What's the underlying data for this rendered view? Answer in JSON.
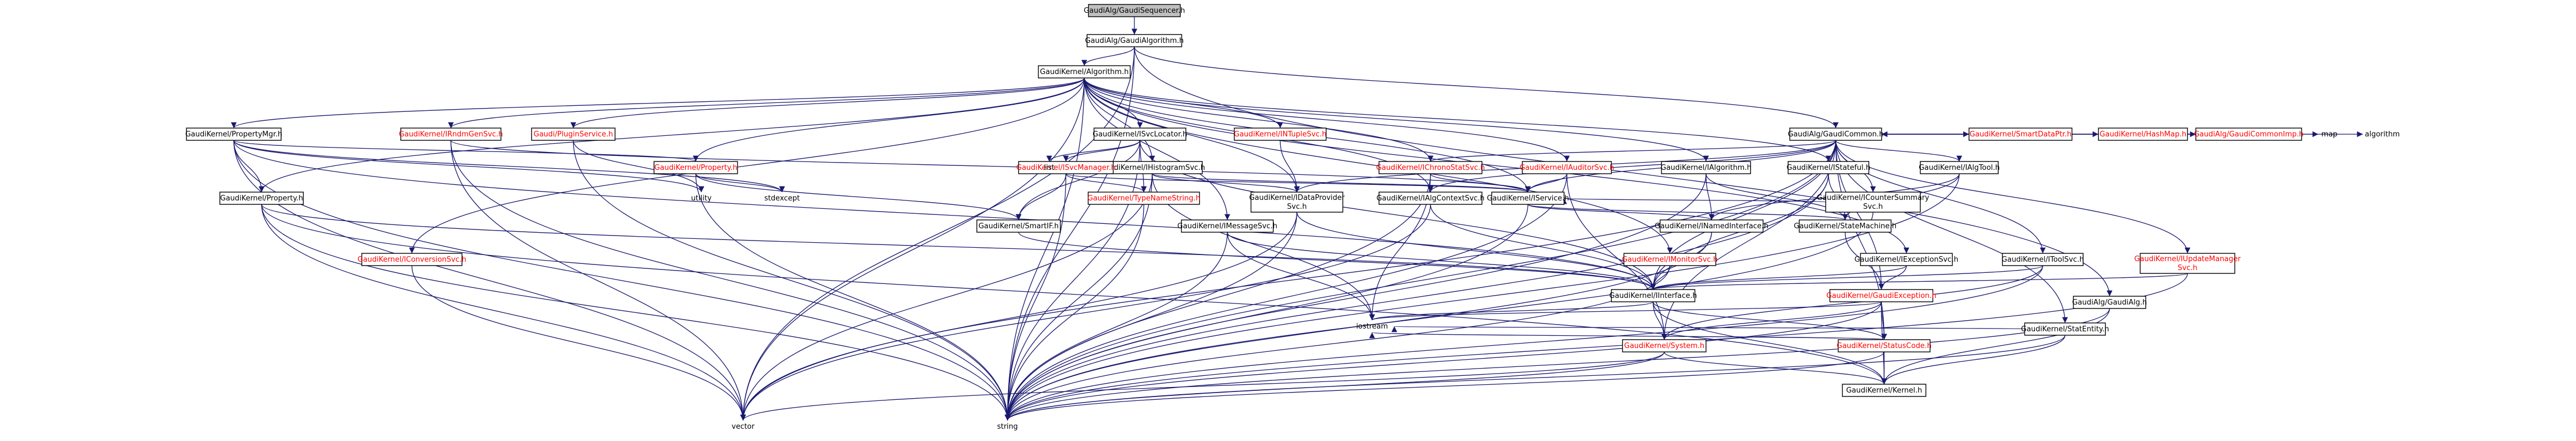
{
  "nodes": [
    {
      "id": "root",
      "label": "GaudiAlg/GaudiSequencer.h",
      "kind": "root"
    },
    {
      "id": "gaudialgorithm",
      "label": "GaudiAlg/GaudiAlgorithm.h",
      "kind": "normal"
    },
    {
      "id": "algorithm",
      "label": "GaudiKernel/Algorithm.h",
      "kind": "normal"
    },
    {
      "id": "gaudicommon",
      "label": "GaudiAlg/GaudiCommon.h",
      "kind": "normal"
    },
    {
      "id": "gaudialg",
      "label": "GaudiAlg/GaudiAlg.h",
      "kind": "normal"
    },
    {
      "id": "isvclocator",
      "label": "GaudiKernel/ISvcLocator.h",
      "kind": "normal"
    },
    {
      "id": "intuplesvc",
      "label": "GaudiKernel/INTupleSvc.h",
      "kind": "red"
    },
    {
      "id": "propertymgr",
      "label": "GaudiKernel/PropertyMgr.h",
      "kind": "normal"
    },
    {
      "id": "irndmgensvc",
      "label": "GaudiKernel/IRndmGenSvc.h",
      "kind": "red"
    },
    {
      "id": "pluginservice",
      "label": "Gaudi/PluginService.h",
      "kind": "red"
    },
    {
      "id": "gk_property_red",
      "label": "GaudiKernel/Property.h",
      "kind": "red"
    },
    {
      "id": "ihistogramsvc",
      "label": "GaudiKernel/IHistogramSvc.h",
      "kind": "normal"
    },
    {
      "id": "ichronostatsvc",
      "label": "GaudiKernel/IChronoStatSvc.h",
      "kind": "red"
    },
    {
      "id": "iauditorsvc",
      "label": "GaudiKernel/IAuditorSvc.h",
      "kind": "red"
    },
    {
      "id": "ialgorithm",
      "label": "GaudiKernel/IAlgorithm.h",
      "kind": "normal"
    },
    {
      "id": "istateful",
      "label": "GaudiKernel/IStateful.h",
      "kind": "normal"
    },
    {
      "id": "isvcmanager",
      "label": "GaudiKernel/ISvcManager.h",
      "kind": "red"
    },
    {
      "id": "typenamestring",
      "label": "GaudiKernel/TypeNameString.h",
      "kind": "red"
    },
    {
      "id": "dataprovidersvc",
      "label": "GaudiKernel/IDataProviderSvc.h",
      "kind": "normal"
    },
    {
      "id": "ialgcontextsvc",
      "label": "GaudiKernel/IAlgContextSvc.h",
      "kind": "normal"
    },
    {
      "id": "iservice",
      "label": "GaudiKernel/IService.h",
      "kind": "normal"
    },
    {
      "id": "countersummarysvc",
      "label": "GaudiKernel/ICounterSummarySvc.h",
      "kind": "normal"
    },
    {
      "id": "ialgtool",
      "label": "GaudiKernel/IAlgTool.h",
      "kind": "normal"
    },
    {
      "id": "smartdataptr",
      "label": "GaudiKernel/SmartDataPtr.h",
      "kind": "red"
    },
    {
      "id": "hashmap",
      "label": "GaudiKernel/HashMap.h",
      "kind": "red"
    },
    {
      "id": "gaudicommonimp",
      "label": "GaudiAlg/GaudiCommonImp.h",
      "kind": "red"
    },
    {
      "id": "map",
      "label": "map",
      "kind": "plain"
    },
    {
      "id": "algorithm_std",
      "label": "algorithm",
      "kind": "plain"
    },
    {
      "id": "gk_property",
      "label": "GaudiKernel/Property.h",
      "kind": "normal"
    },
    {
      "id": "utility",
      "label": "utility",
      "kind": "plain"
    },
    {
      "id": "stdexcept",
      "label": "stdexcept",
      "kind": "plain"
    },
    {
      "id": "ismartif",
      "label": "GaudiKernel/SmartIF.h",
      "kind": "normal"
    },
    {
      "id": "imessagesvc",
      "label": "GaudiKernel/IMessageSvc.h",
      "kind": "normal"
    },
    {
      "id": "inamedinterface",
      "label": "GaudiKernel/INamedInterface.h",
      "kind": "normal"
    },
    {
      "id": "statemachine",
      "label": "GaudiKernel/StateMachine.h",
      "kind": "normal"
    },
    {
      "id": "imonitorsvc",
      "label": "GaudiKernel/IMonitorSvc.h",
      "kind": "red"
    },
    {
      "id": "iexceptionsvc",
      "label": "GaudiKernel/IExceptionSvc.h",
      "kind": "normal"
    },
    {
      "id": "itoolsvc",
      "label": "GaudiKernel/IToolSvc.h",
      "kind": "normal"
    },
    {
      "id": "iupdatemanager",
      "label": "GaudiKernel/IUpdateManagerSvc.h",
      "kind": "red"
    },
    {
      "id": "iconversionsvc",
      "label": "GaudiKernel/IConversionSvc.h",
      "kind": "red"
    },
    {
      "id": "iinterface",
      "label": "GaudiKernel/IInterface.h",
      "kind": "normal"
    },
    {
      "id": "gaudiexception",
      "label": "GaudiKernel/GaudiException.h",
      "kind": "red"
    },
    {
      "id": "statentity",
      "label": "GaudiKernel/StatEntity.h",
      "kind": "normal"
    },
    {
      "id": "iostream",
      "label": "iostream",
      "kind": "plain"
    },
    {
      "id": "system",
      "label": "GaudiKernel/System.h",
      "kind": "red"
    },
    {
      "id": "statuscode",
      "label": "GaudiKernel/StatusCode.h",
      "kind": "red"
    },
    {
      "id": "kernel",
      "label": "GaudiKernel/Kernel.h",
      "kind": "normal"
    },
    {
      "id": "vector",
      "label": "vector",
      "kind": "plain"
    },
    {
      "id": "string",
      "label": "string",
      "kind": "plain"
    },
    {
      "id": "list",
      "label": "list",
      "kind": "plain"
    }
  ],
  "edges": [
    [
      "root",
      "gaudialgorithm"
    ],
    [
      "gaudialgorithm",
      "algorithm"
    ],
    [
      "gaudialgorithm",
      "gaudicommon"
    ],
    [
      "gaudialgorithm",
      "gaudialg"
    ],
    [
      "gaudialgorithm",
      "vector"
    ],
    [
      "gaudialgorithm",
      "string"
    ],
    [
      "algorithm",
      "isvclocator"
    ],
    [
      "algorithm",
      "intuplesvc"
    ],
    [
      "algorithm",
      "propertymgr"
    ],
    [
      "algorithm",
      "irndmgensvc"
    ],
    [
      "algorithm",
      "pluginservice"
    ],
    [
      "algorithm",
      "gk_property_red"
    ],
    [
      "algorithm",
      "ihistogramsvc"
    ],
    [
      "algorithm",
      "ichronostatsvc"
    ],
    [
      "algorithm",
      "iauditorsvc"
    ],
    [
      "algorithm",
      "ialgorithm"
    ],
    [
      "algorithm",
      "istateful"
    ],
    [
      "algorithm",
      "dataprovidersvc"
    ],
    [
      "algorithm",
      "iservice"
    ],
    [
      "algorithm",
      "imessagesvc"
    ],
    [
      "algorithm",
      "iexceptionsvc"
    ],
    [
      "algorithm",
      "iconversionsvc"
    ],
    [
      "algorithm",
      "string"
    ],
    [
      "algorithm",
      "vector"
    ],
    [
      "algorithm",
      "imonitorsvc"
    ],
    [
      "algorithm",
      "gk_property"
    ],
    [
      "algorithm",
      "ialgcontextsvc"
    ],
    [
      "gaudicommon",
      "countersummarysvc"
    ],
    [
      "gaudicommon",
      "ialgtool"
    ],
    [
      "gaudicommon",
      "smartdataptr"
    ],
    [
      "gaudicommon",
      "hashmap"
    ],
    [
      "gaudicommon",
      "gaudicommonimp"
    ],
    [
      "gaudicommon",
      "map"
    ],
    [
      "gaudicommon",
      "algorithm_std"
    ],
    [
      "gaudicommon",
      "ichronostatsvc"
    ],
    [
      "gaudicommon",
      "ialgcontextsvc"
    ],
    [
      "gaudicommon",
      "iupdatemanager"
    ],
    [
      "gaudicommon",
      "statentity"
    ],
    [
      "gaudicommon",
      "itoolsvc"
    ],
    [
      "gaudicommon",
      "iinterface"
    ],
    [
      "gaudicommon",
      "dataprovidersvc"
    ],
    [
      "gaudicommon",
      "gaudiexception"
    ],
    [
      "gaudicommon",
      "system"
    ],
    [
      "gaudicommon",
      "statuscode"
    ],
    [
      "gaudicommon",
      "string"
    ],
    [
      "gaudicommon",
      "vector"
    ],
    [
      "gaudicommon",
      "iservice"
    ],
    [
      "gaudicommonimp",
      "gaudicommon"
    ],
    [
      "gaudialg",
      "kernel"
    ],
    [
      "gaudialg",
      "string"
    ],
    [
      "isvclocator",
      "list"
    ],
    [
      "isvclocator",
      "isvcmanager"
    ],
    [
      "isvclocator",
      "typenamestring"
    ],
    [
      "isvclocator",
      "ismartif"
    ],
    [
      "isvclocator",
      "iinterface"
    ],
    [
      "isvclocator",
      "string"
    ],
    [
      "isvcmanager",
      "typenamestring"
    ],
    [
      "isvcmanager",
      "ismartif"
    ],
    [
      "isvcmanager",
      "iservice"
    ],
    [
      "isvcmanager",
      "string"
    ],
    [
      "typenamestring",
      "string"
    ],
    [
      "intuplesvc",
      "dataprovidersvc"
    ],
    [
      "propertymgr",
      "gk_property"
    ],
    [
      "propertymgr",
      "gk_property_red"
    ],
    [
      "propertymgr",
      "utility"
    ],
    [
      "propertymgr",
      "stdexcept"
    ],
    [
      "propertymgr",
      "vector"
    ],
    [
      "propertymgr",
      "string"
    ],
    [
      "propertymgr",
      "iinterface"
    ],
    [
      "irndmgensvc",
      "iservice"
    ],
    [
      "irndmgensvc",
      "string"
    ],
    [
      "irndmgensvc",
      "vector"
    ],
    [
      "pluginservice",
      "utility"
    ],
    [
      "pluginservice",
      "string"
    ],
    [
      "gk_property_red",
      "stdexcept"
    ],
    [
      "gk_property_red",
      "string"
    ],
    [
      "gk_property_red",
      "ismartif"
    ],
    [
      "gk_property",
      "iinterface"
    ],
    [
      "gk_property",
      "string"
    ],
    [
      "gk_property",
      "vector"
    ],
    [
      "gk_property",
      "kernel"
    ],
    [
      "ihistogramsvc",
      "dataprovidersvc"
    ],
    [
      "ihistogramsvc",
      "iservice"
    ],
    [
      "ihistogramsvc",
      "string"
    ],
    [
      "ihistogramsvc",
      "iostream"
    ],
    [
      "ihistogramsvc",
      "vector"
    ],
    [
      "ichronostatsvc",
      "iservice"
    ],
    [
      "ichronostatsvc",
      "iostream"
    ],
    [
      "ichronostatsvc",
      "string"
    ],
    [
      "iauditorsvc",
      "iservice"
    ],
    [
      "iauditorsvc",
      "string"
    ],
    [
      "iauditorsvc",
      "system"
    ],
    [
      "ialgorithm",
      "inamedinterface"
    ],
    [
      "ialgorithm",
      "statemachine"
    ],
    [
      "ialgorithm",
      "string"
    ],
    [
      "istateful",
      "statemachine"
    ],
    [
      "istateful",
      "iinterface"
    ],
    [
      "istateful",
      "string"
    ],
    [
      "dataprovidersvc",
      "iinterface"
    ],
    [
      "dataprovidersvc",
      "string"
    ],
    [
      "dataprovidersvc",
      "vector"
    ],
    [
      "ialgcontextsvc",
      "iinterface"
    ],
    [
      "ialgcontextsvc",
      "vector"
    ],
    [
      "iservice",
      "inamedinterface"
    ],
    [
      "iservice",
      "statemachine"
    ],
    [
      "iservice",
      "string"
    ],
    [
      "countersummarysvc",
      "iservice"
    ],
    [
      "countersummarysvc",
      "string"
    ],
    [
      "ialgtool",
      "inamedinterface"
    ],
    [
      "ialgtool",
      "statemachine"
    ],
    [
      "ialgtool",
      "string"
    ],
    [
      "imessagesvc",
      "iinterface"
    ],
    [
      "imessagesvc",
      "iostream"
    ],
    [
      "imessagesvc",
      "string"
    ],
    [
      "inamedinterface",
      "iinterface"
    ],
    [
      "inamedinterface",
      "string"
    ],
    [
      "statemachine",
      "gaudiexception"
    ],
    [
      "imonitorsvc",
      "iinterface"
    ],
    [
      "imonitorsvc",
      "string"
    ],
    [
      "iexceptionsvc",
      "iinterface"
    ],
    [
      "iexceptionsvc",
      "gaudiexception"
    ],
    [
      "itoolsvc",
      "iinterface"
    ],
    [
      "itoolsvc",
      "system"
    ],
    [
      "itoolsvc",
      "string"
    ],
    [
      "iupdatemanager",
      "iinterface"
    ],
    [
      "iupdatemanager",
      "string"
    ],
    [
      "iconversionsvc",
      "vector"
    ],
    [
      "iinterface",
      "system"
    ],
    [
      "iinterface",
      "statuscode"
    ],
    [
      "iinterface",
      "kernel"
    ],
    [
      "iinterface",
      "iostream"
    ],
    [
      "gaudiexception",
      "system"
    ],
    [
      "gaudiexception",
      "statuscode"
    ],
    [
      "gaudiexception",
      "kernel"
    ],
    [
      "gaudiexception",
      "string"
    ],
    [
      "gaudiexception",
      "iostream"
    ],
    [
      "statentity",
      "kernel"
    ],
    [
      "statentity",
      "string"
    ],
    [
      "statentity",
      "iostream"
    ],
    [
      "system",
      "kernel"
    ],
    [
      "system",
      "string"
    ],
    [
      "system",
      "vector"
    ],
    [
      "statuscode",
      "kernel"
    ],
    [
      "statuscode",
      "string"
    ],
    [
      "statuscode",
      "iostream"
    ],
    [
      "ismartif",
      "iinterface"
    ]
  ]
}
